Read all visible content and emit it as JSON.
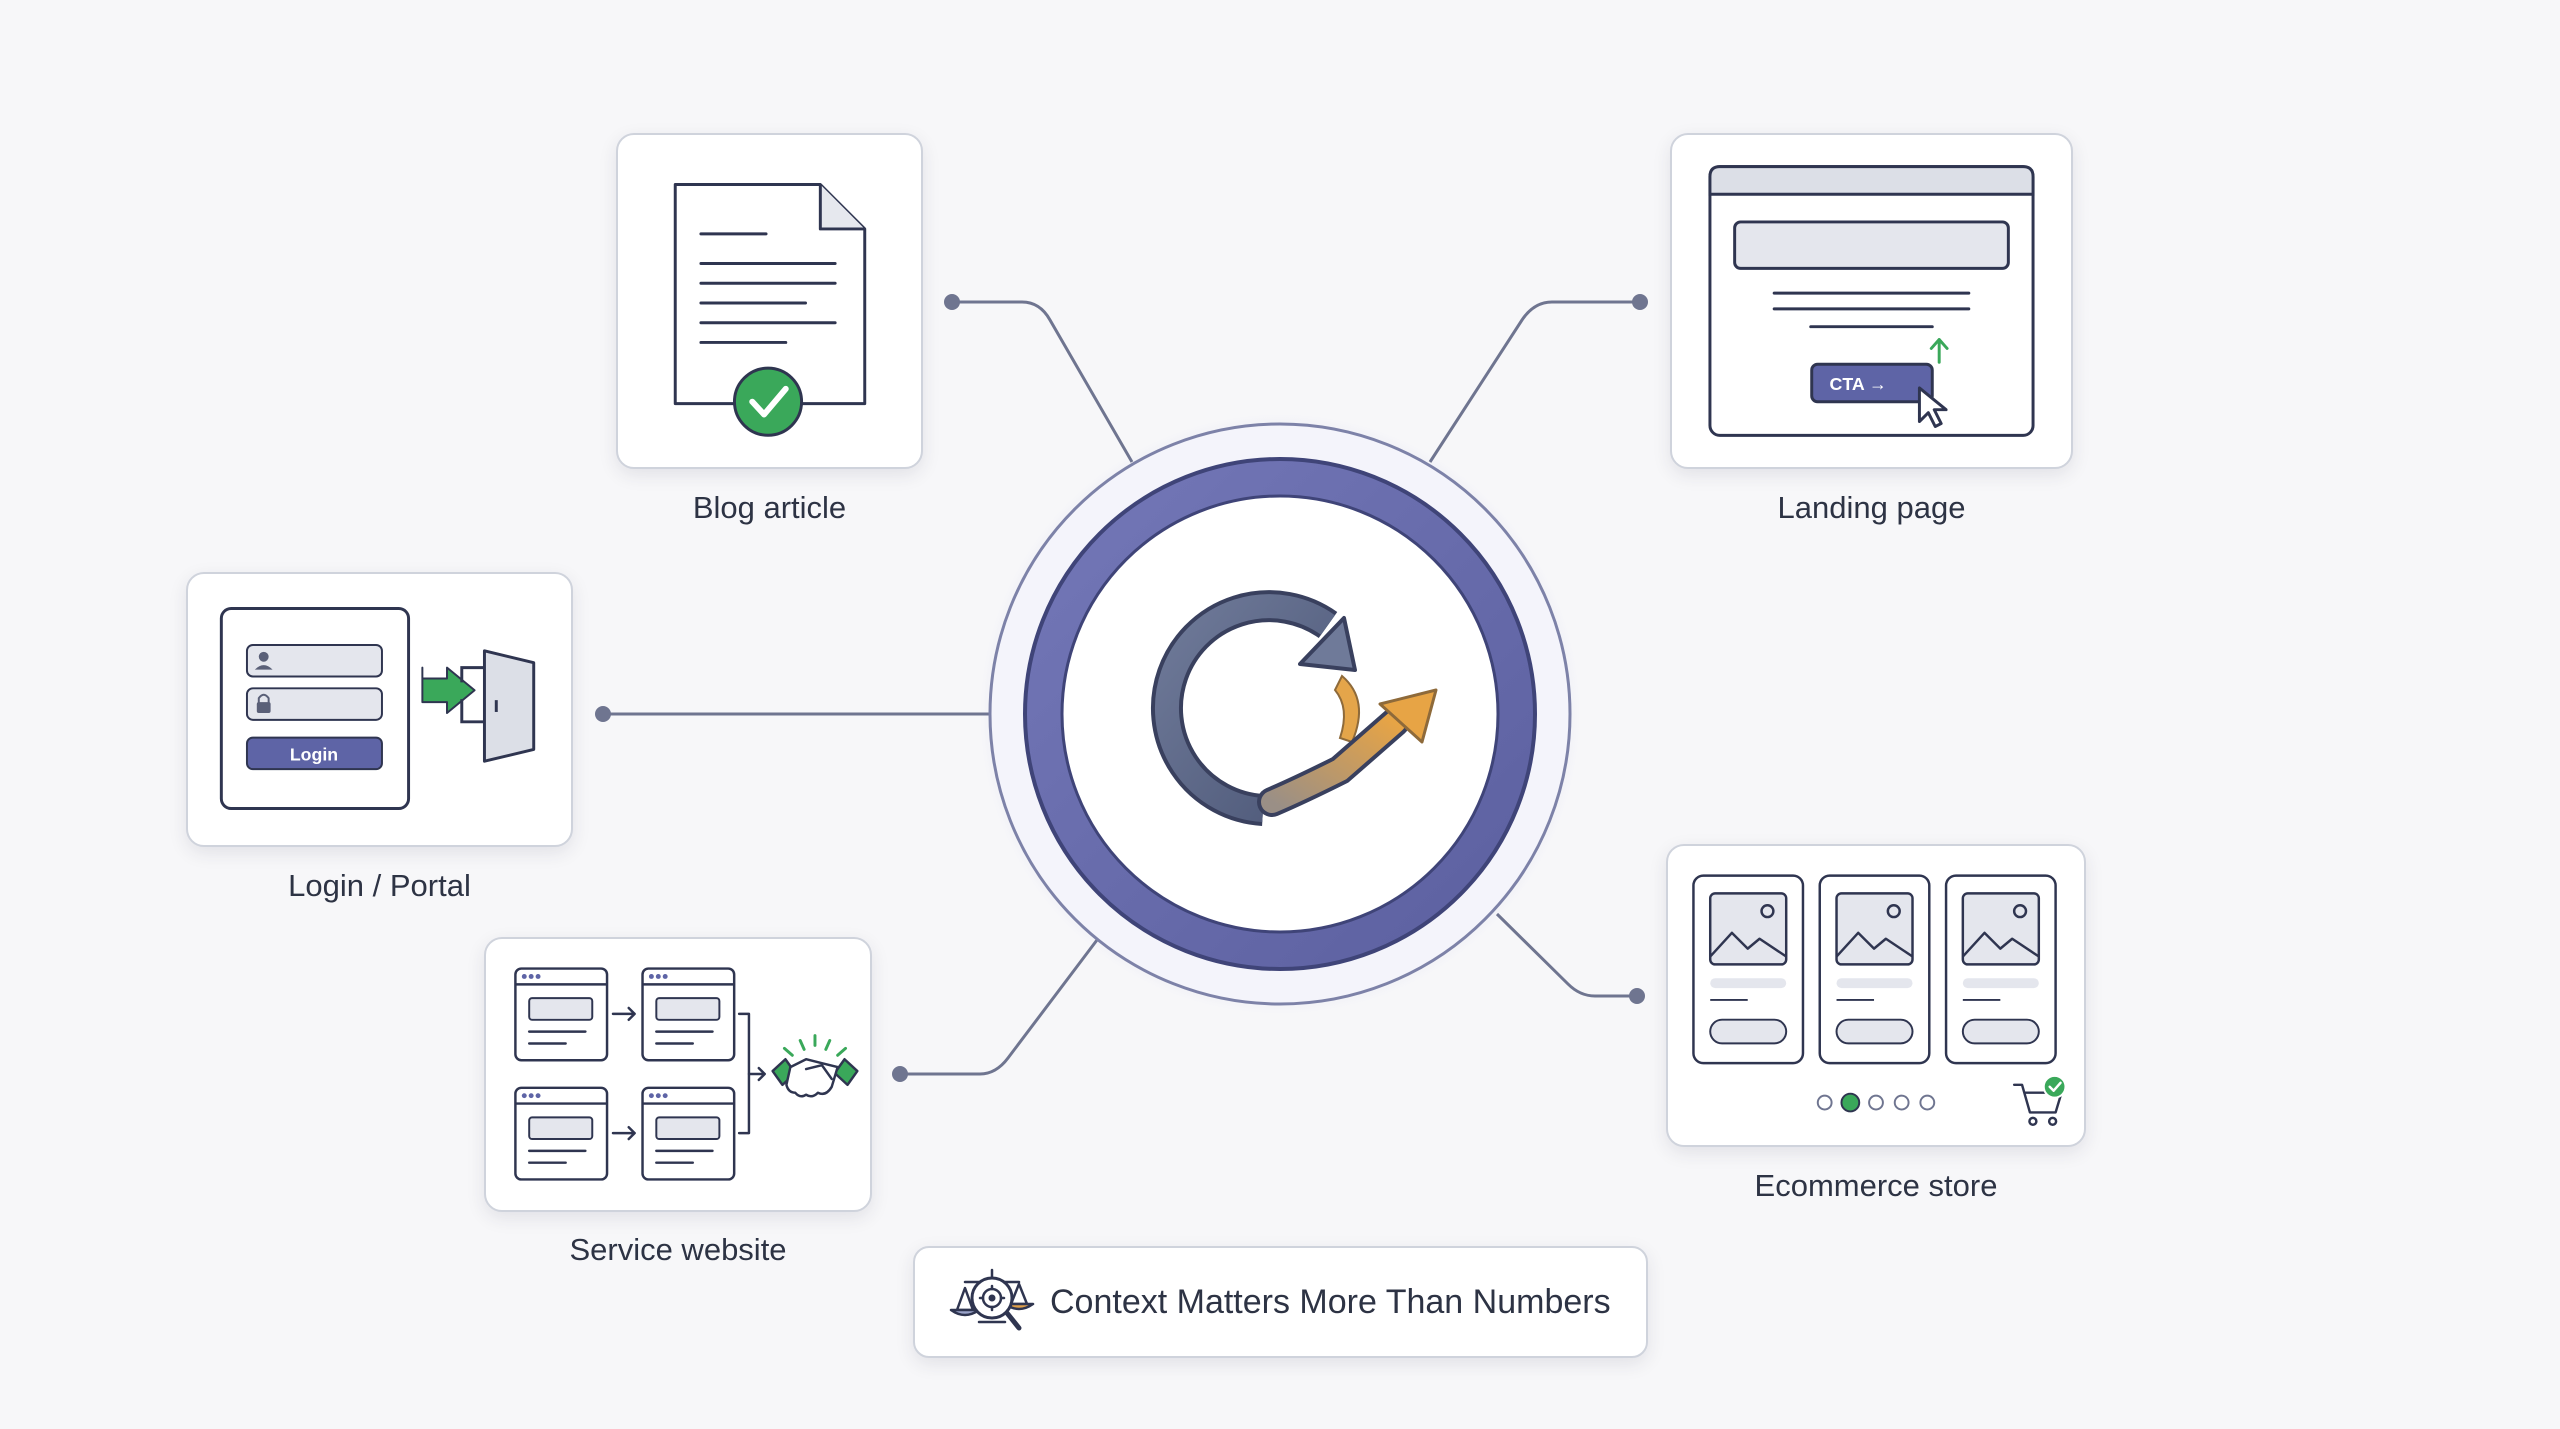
{
  "hub": {
    "icon": "cycle-growth-arrow-icon"
  },
  "nodes": [
    {
      "id": "blog",
      "label": "Blog article",
      "icon": "document-check-icon"
    },
    {
      "id": "landing",
      "label": "Landing page",
      "icon": "landing-page-cta-icon",
      "cta_label": "CTA →"
    },
    {
      "id": "login",
      "label": "Login / Portal",
      "icon": "login-door-icon",
      "button_label": "Login"
    },
    {
      "id": "service",
      "label": "Service website",
      "icon": "workflow-handshake-icon"
    },
    {
      "id": "ecommerce",
      "label": "Ecommerce store",
      "icon": "product-grid-cart-icon"
    }
  ],
  "caption": {
    "text": "Context Matters More Than Numbers",
    "icon": "magnify-gear-scale-icon"
  },
  "colors": {
    "ring": "#6b6fae",
    "ring_dark": "#3f4478",
    "connector": "#6f7590",
    "accent_green": "#3aa85a",
    "accent_orange": "#e0a04a",
    "button_purple": "#5e64a6"
  }
}
